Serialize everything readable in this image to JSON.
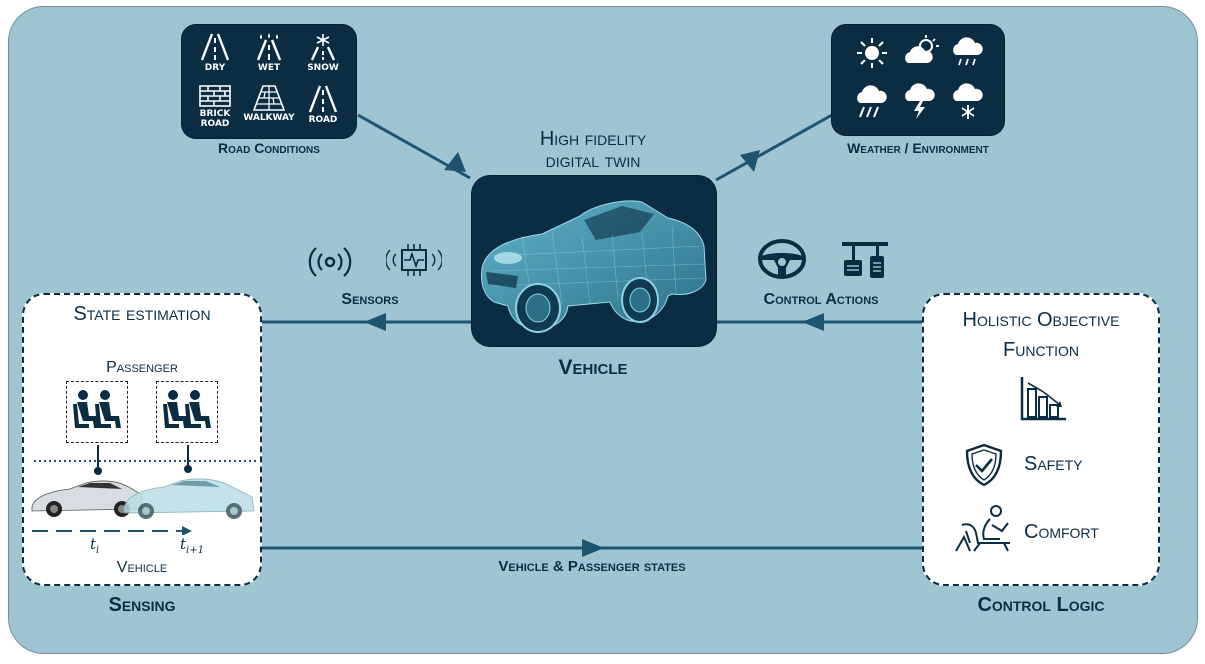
{
  "road_conditions": {
    "caption": "Road Conditions",
    "items": [
      {
        "label": "DRY",
        "icon": "road-icon"
      },
      {
        "label": "WET",
        "icon": "wet-road-icon"
      },
      {
        "label": "SNOW",
        "icon": "snow-road-icon"
      },
      {
        "label_line1": "BRICK",
        "label_line2": "ROAD",
        "icon": "brick-road-icon"
      },
      {
        "label": "WALKWAY",
        "icon": "walkway-icon"
      },
      {
        "label": "ROAD",
        "icon": "road-icon"
      }
    ]
  },
  "weather": {
    "caption": "Weather / Environment",
    "icons": [
      "sun-icon",
      "partly-cloudy-icon",
      "light-rain-icon",
      "heavy-rain-icon",
      "thunderstorm-icon",
      "snow-cloud-icon"
    ]
  },
  "vehicle": {
    "twin_title_line1": "High fidelity",
    "twin_title_line2": "digital twin",
    "caption": "Vehicle"
  },
  "sensors": {
    "label": "Sensors",
    "icons": [
      "radar-signal-icon",
      "sensor-chip-icon"
    ]
  },
  "control_actions": {
    "label": "Control Actions",
    "icons": [
      "steering-wheel-icon",
      "pedals-icon"
    ]
  },
  "state_estimation": {
    "title": "State estimation",
    "passenger_label": "Passenger",
    "vehicle_label": "Vehicle",
    "time_i": "t",
    "time_i_sub": "i",
    "time_next": "t",
    "time_next_sub": "i+1",
    "caption": "Sensing"
  },
  "objective": {
    "title_line1": "Holistic Objective",
    "title_line2": "Function",
    "items": [
      {
        "label": "",
        "icon": "cost-chart-icon"
      },
      {
        "label": "Safety",
        "icon": "safety-shield-icon"
      },
      {
        "label": "Comfort",
        "icon": "comfort-seat-icon"
      }
    ],
    "caption": "Control Logic"
  },
  "flow": {
    "label": "Vehicle & Passenger states"
  },
  "colors": {
    "background": "#9fc5d3",
    "dark": "#0b2d44",
    "arrow": "#1d5570",
    "car": "#3f8fa8"
  }
}
